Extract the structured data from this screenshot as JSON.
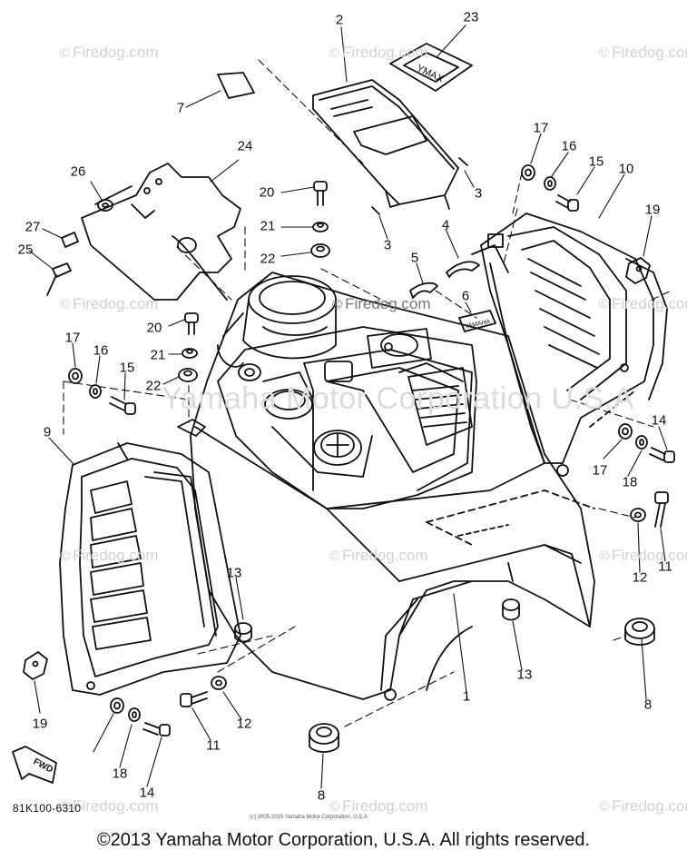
{
  "watermark": {
    "brand": "Firedog.com",
    "copyright_symbol": "©",
    "faint_manufacturer": "Yamaha Motor Corporation U.S.A"
  },
  "callouts": [
    "1",
    "2",
    "3",
    "3",
    "4",
    "5",
    "6",
    "7",
    "8",
    "8",
    "9",
    "10",
    "11",
    "11",
    "12",
    "12",
    "13",
    "13",
    "14",
    "14",
    "15",
    "15",
    "16",
    "16",
    "17",
    "17",
    "17",
    "18",
    "18",
    "19",
    "19",
    "20",
    "20",
    "21",
    "21",
    "22",
    "22",
    "23",
    "24",
    "25",
    "26",
    "27"
  ],
  "fwd_label": "FWD",
  "part_code": "81K100-6310",
  "small_copyright": "(c) 2005-2015 Yamaha Motor Corporation, U.S.A",
  "footer": "©2013 Yamaha Motor Corporation, U.S.A. All rights reserved."
}
